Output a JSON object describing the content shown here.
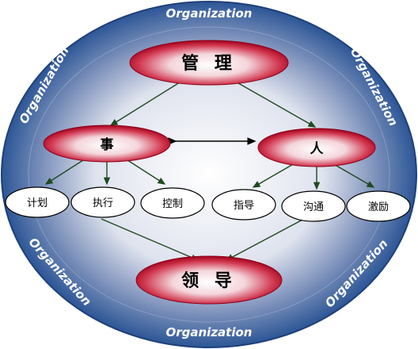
{
  "ring_words": [
    "Organization",
    "Organization",
    "Organization",
    "Organization",
    "Organization",
    "Organization"
  ],
  "nodes": {
    "management": "管  理",
    "affairs": "事",
    "people": "人",
    "leadership": "领  导"
  },
  "leaves_left": [
    "计划",
    "执行",
    "控制"
  ],
  "leaves_right": [
    "指导",
    "沟通",
    "激励"
  ],
  "colors": {
    "outer_ring": "#2f5f9e",
    "ring_dark": "#1f3f78",
    "node_red": "#c8102e",
    "arrow": "#1e5a1e"
  }
}
